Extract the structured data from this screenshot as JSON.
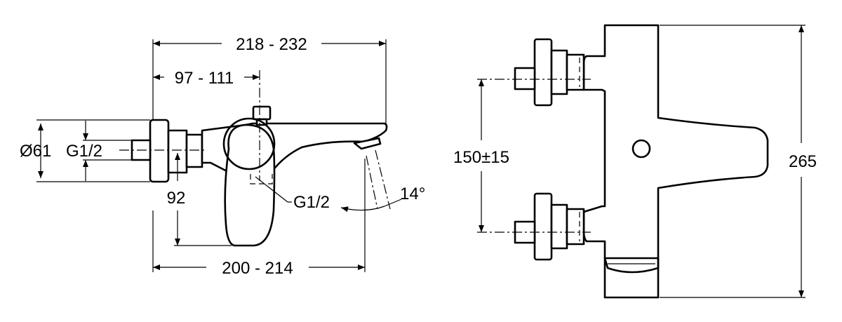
{
  "side_view": {
    "dim_overall": "218 - 232",
    "dim_axis": "97 - 111",
    "dim_body_diameter": "Ø61",
    "dim_inlet_thread": "G1/2",
    "dim_height": "92",
    "dim_outlet_thread": "G1/2",
    "dim_angle": "14°",
    "dim_bottom": "200 - 214"
  },
  "top_view": {
    "dim_centres": "150±15",
    "dim_length": "265"
  }
}
